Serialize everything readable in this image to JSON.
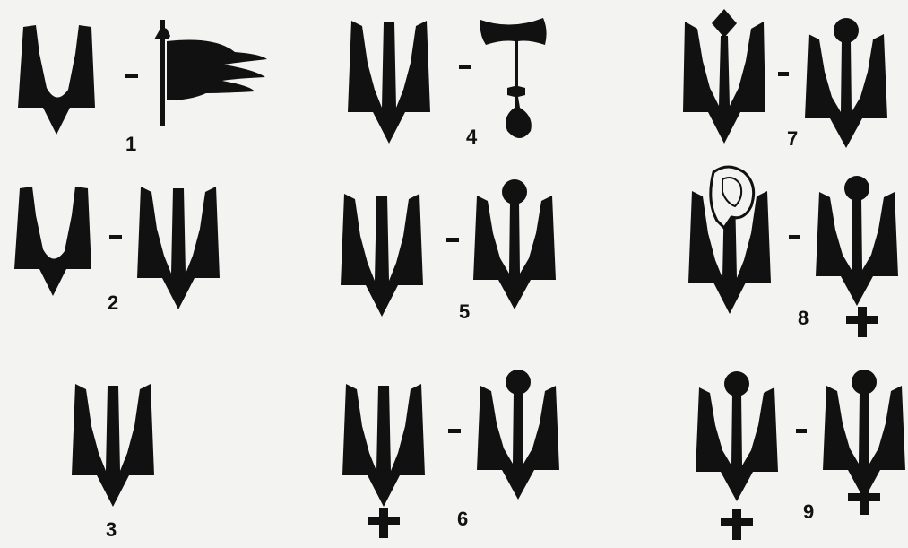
{
  "groups": [
    {
      "label": "1",
      "items": [
        "u-shape",
        "banner"
      ]
    },
    {
      "label": "2",
      "items": [
        "u-shape",
        "trident-bar"
      ]
    },
    {
      "label": "3",
      "items": [
        "trident-bar"
      ]
    },
    {
      "label": "4",
      "items": [
        "trident-bar",
        "t-staff"
      ]
    },
    {
      "label": "5",
      "items": [
        "trident-bar",
        "trident-ball"
      ]
    },
    {
      "label": "6",
      "items": [
        "trident-bar-cross",
        "trident-ball"
      ]
    },
    {
      "label": "7",
      "items": [
        "trident-diamond",
        "trident-ball"
      ]
    },
    {
      "label": "8",
      "items": [
        "trident-figure",
        "trident-ball-cross"
      ]
    },
    {
      "label": "9",
      "items": [
        "trident-ball-cross",
        "trident-ball-cross-right"
      ]
    }
  ],
  "separator": "–"
}
